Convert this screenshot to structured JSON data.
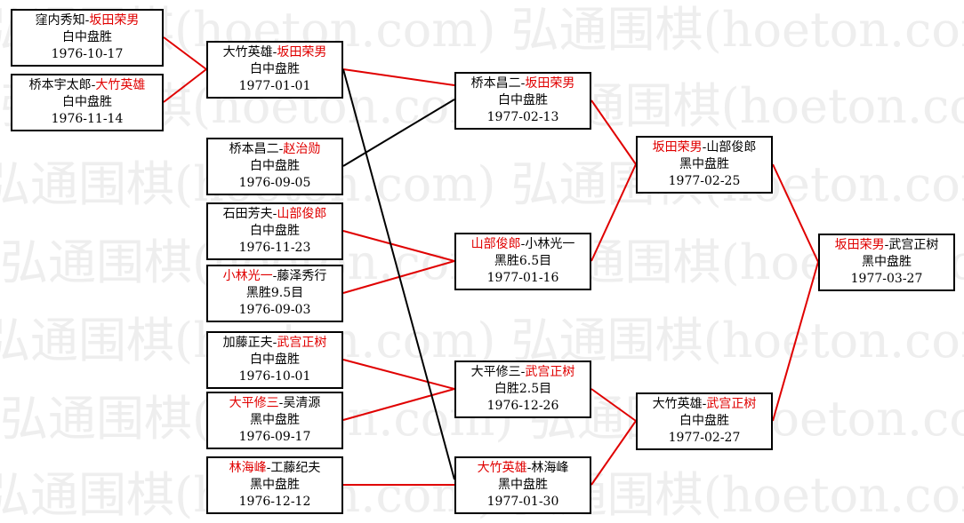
{
  "watermark_text": "弘通围棋(hoeton.com)",
  "colors": {
    "winner": "#e00000",
    "winner_line": "#e00000",
    "loser_line": "#000000",
    "border": "#000000"
  },
  "matches": [
    {
      "id": "r1a",
      "p1": "窪内秀知",
      "p2": "坂田荣男",
      "winner": 2,
      "result": "白中盘胜",
      "date": "1976-10-17"
    },
    {
      "id": "r1b",
      "p1": "桥本宇太郎",
      "p2": "大竹英雄",
      "winner": 2,
      "result": "白中盘胜",
      "date": "1976-11-14"
    },
    {
      "id": "r2a",
      "p1": "大竹英雄",
      "p2": "坂田荣男",
      "winner": 2,
      "result": "白中盘胜",
      "date": "1977-01-01"
    },
    {
      "id": "r2b",
      "p1": "桥本昌二",
      "p2": "赵治勋",
      "winner": 2,
      "result": "白中盘胜",
      "date": "1976-09-05"
    },
    {
      "id": "r2c",
      "p1": "石田芳夫",
      "p2": "山部俊郎",
      "winner": 2,
      "result": "白中盘胜",
      "date": "1976-11-23"
    },
    {
      "id": "r2d",
      "p1": "小林光一",
      "p2": "藤泽秀行",
      "winner": 1,
      "result": "黑胜9.5目",
      "date": "1976-09-03"
    },
    {
      "id": "r2e",
      "p1": "加藤正夫",
      "p2": "武宫正树",
      "winner": 2,
      "result": "白中盘胜",
      "date": "1976-10-01"
    },
    {
      "id": "r2f",
      "p1": "大平修三",
      "p2": "吴清源",
      "winner": 1,
      "result": "黑中盘胜",
      "date": "1976-09-17"
    },
    {
      "id": "r2g",
      "p1": "林海峰",
      "p2": "工藤纪夫",
      "winner": 1,
      "result": "黑中盘胜",
      "date": "1976-12-12"
    },
    {
      "id": "r3a",
      "p1": "桥本昌二",
      "p2": "坂田荣男",
      "winner": 2,
      "result": "白中盘胜",
      "date": "1977-02-13"
    },
    {
      "id": "r3b",
      "p1": "山部俊郎",
      "p2": "小林光一",
      "winner": 1,
      "result": "黑胜6.5目",
      "date": "1977-01-16"
    },
    {
      "id": "r3c",
      "p1": "大平修三",
      "p2": "武宫正树",
      "winner": 2,
      "result": "白胜2.5目",
      "date": "1976-12-26"
    },
    {
      "id": "r3d",
      "p1": "大竹英雄",
      "p2": "林海峰",
      "winner": 1,
      "result": "黑中盘胜",
      "date": "1977-01-30"
    },
    {
      "id": "r4a",
      "p1": "坂田荣男",
      "p2": "山部俊郎",
      "winner": 1,
      "result": "黑中盘胜",
      "date": "1977-02-25"
    },
    {
      "id": "r4b",
      "p1": "大竹英雄",
      "p2": "武宫正树",
      "winner": 2,
      "result": "白中盘胜",
      "date": "1977-02-27"
    },
    {
      "id": "final",
      "p1": "坂田荣男",
      "p2": "武宫正树",
      "winner": 1,
      "result": "黑中盘胜",
      "date": "1977-03-27"
    }
  ]
}
